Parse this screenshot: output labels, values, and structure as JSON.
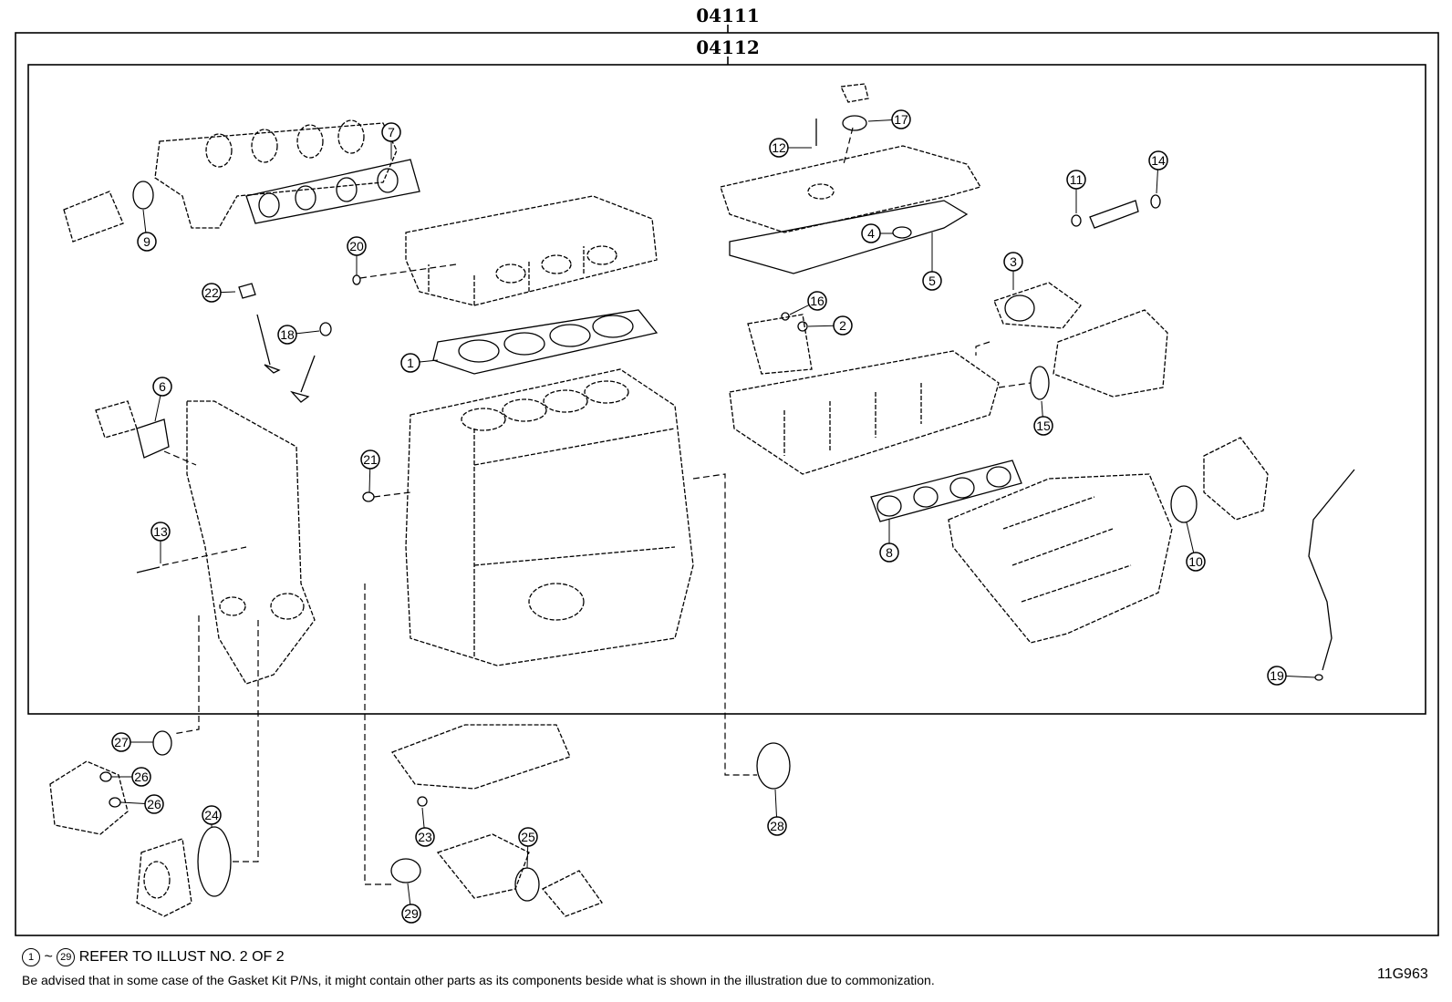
{
  "assembly": {
    "outer_code": "04111",
    "inner_code": "04112"
  },
  "callouts": [
    {
      "id": "c1",
      "label": "1"
    },
    {
      "id": "c2",
      "label": "2"
    },
    {
      "id": "c3",
      "label": "3"
    },
    {
      "id": "c4",
      "label": "4"
    },
    {
      "id": "c5",
      "label": "5"
    },
    {
      "id": "c6",
      "label": "6"
    },
    {
      "id": "c7",
      "label": "7"
    },
    {
      "id": "c8",
      "label": "8"
    },
    {
      "id": "c9",
      "label": "9"
    },
    {
      "id": "c10",
      "label": "10"
    },
    {
      "id": "c11",
      "label": "11"
    },
    {
      "id": "c12",
      "label": "12"
    },
    {
      "id": "c13",
      "label": "13"
    },
    {
      "id": "c14",
      "label": "14"
    },
    {
      "id": "c15",
      "label": "15"
    },
    {
      "id": "c16",
      "label": "16"
    },
    {
      "id": "c17",
      "label": "17"
    },
    {
      "id": "c18",
      "label": "18"
    },
    {
      "id": "c19",
      "label": "19"
    },
    {
      "id": "c20",
      "label": "20"
    },
    {
      "id": "c21",
      "label": "21"
    },
    {
      "id": "c22",
      "label": "22"
    },
    {
      "id": "c23",
      "label": "23"
    },
    {
      "id": "c24",
      "label": "24"
    },
    {
      "id": "c25",
      "label": "25"
    },
    {
      "id": "c26a",
      "label": "26"
    },
    {
      "id": "c26b",
      "label": "26"
    },
    {
      "id": "c27",
      "label": "27"
    },
    {
      "id": "c28",
      "label": "28"
    },
    {
      "id": "c29",
      "label": "29"
    }
  ],
  "footer": {
    "range_start": "1",
    "range_sep": "~",
    "range_end": "29",
    "refer_text": "REFER TO ILLUST NO. 2 OF 2",
    "advisory": "Be advised that in some case of the Gasket Kit P/Ns,  it might contain other parts as its components beside what is shown in the illustration due to commonization.",
    "illustration_code": "11G963"
  }
}
